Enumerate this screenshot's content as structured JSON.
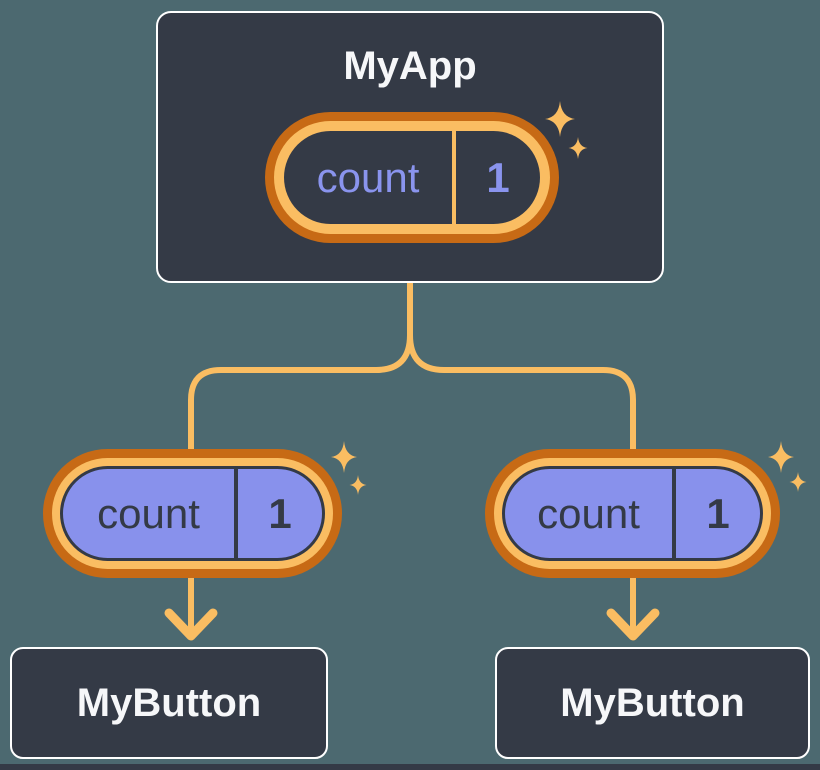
{
  "tree": {
    "root": {
      "label": "MyApp",
      "state": {
        "name": "count",
        "value": "1"
      }
    },
    "children": [
      {
        "label": "MyButton",
        "state": {
          "name": "count",
          "value": "1"
        }
      },
      {
        "label": "MyButton",
        "state": {
          "name": "count",
          "value": "1"
        }
      }
    ]
  },
  "icons": {
    "sparkle_icon": "✦",
    "down_arrow_icon": "↓"
  },
  "colors": {
    "background": "#4C6970",
    "node_fill": "#343A46",
    "node_border": "#FFFFFF",
    "title_text": "#F6F7F9",
    "state_ring_outer": "#C76A15",
    "state_ring_inner": "#FABD62",
    "state_fill_highlight": "#8891EC",
    "state_text_on_dark": "#8A94EE",
    "state_text_on_highlight": "#343A46",
    "connector": "#FABD62"
  }
}
